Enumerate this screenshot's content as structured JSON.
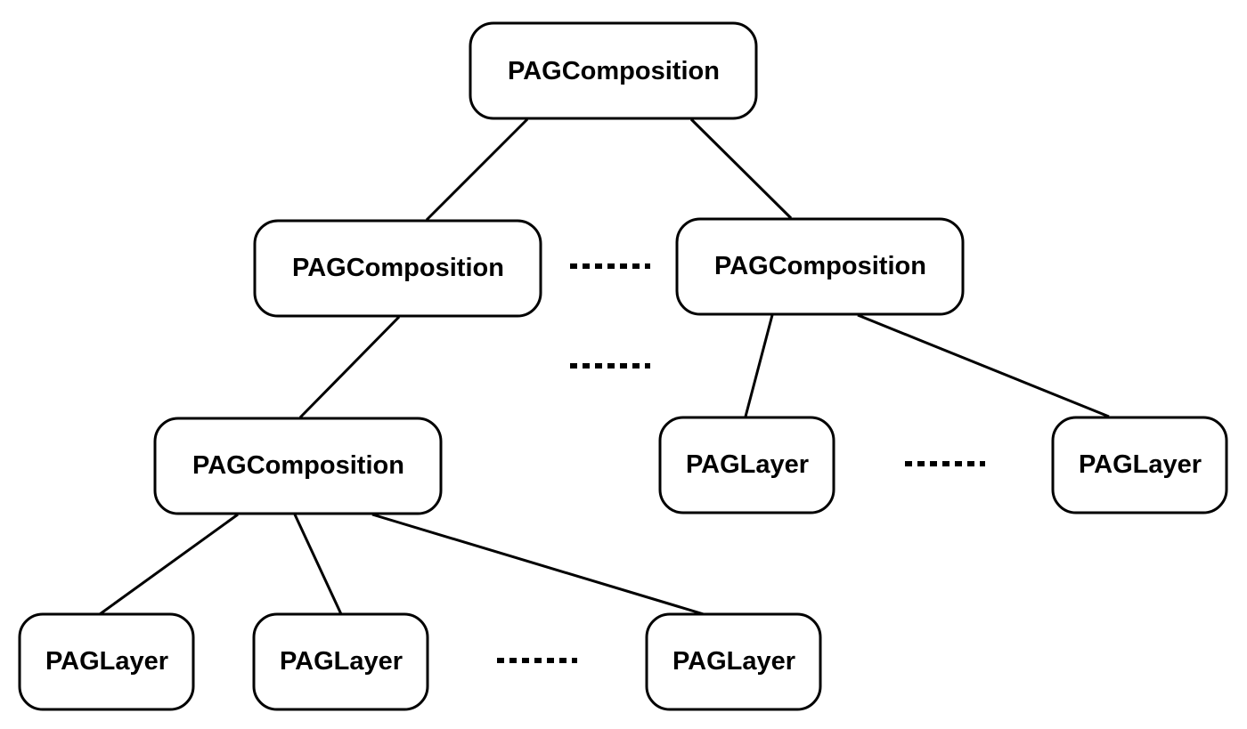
{
  "nodes": {
    "root": "PAGComposition",
    "mid_left": "PAGComposition",
    "mid_right": "PAGComposition",
    "low_left": "PAGComposition",
    "right_layer_1": "PAGLayer",
    "right_layer_2": "PAGLayer",
    "bottom_layer_1": "PAGLayer",
    "bottom_layer_2": "PAGLayer",
    "bottom_layer_3": "PAGLayer"
  },
  "edges": [
    [
      "root",
      "mid_left"
    ],
    [
      "root",
      "mid_right"
    ],
    [
      "mid_left",
      "low_left"
    ],
    [
      "mid_right",
      "right_layer_1"
    ],
    [
      "mid_right",
      "right_layer_2"
    ],
    [
      "low_left",
      "bottom_layer_1"
    ],
    [
      "low_left",
      "bottom_layer_2"
    ],
    [
      "low_left",
      "bottom_layer_3"
    ]
  ],
  "ellipses": [
    "......",
    "......",
    "......",
    "......"
  ]
}
